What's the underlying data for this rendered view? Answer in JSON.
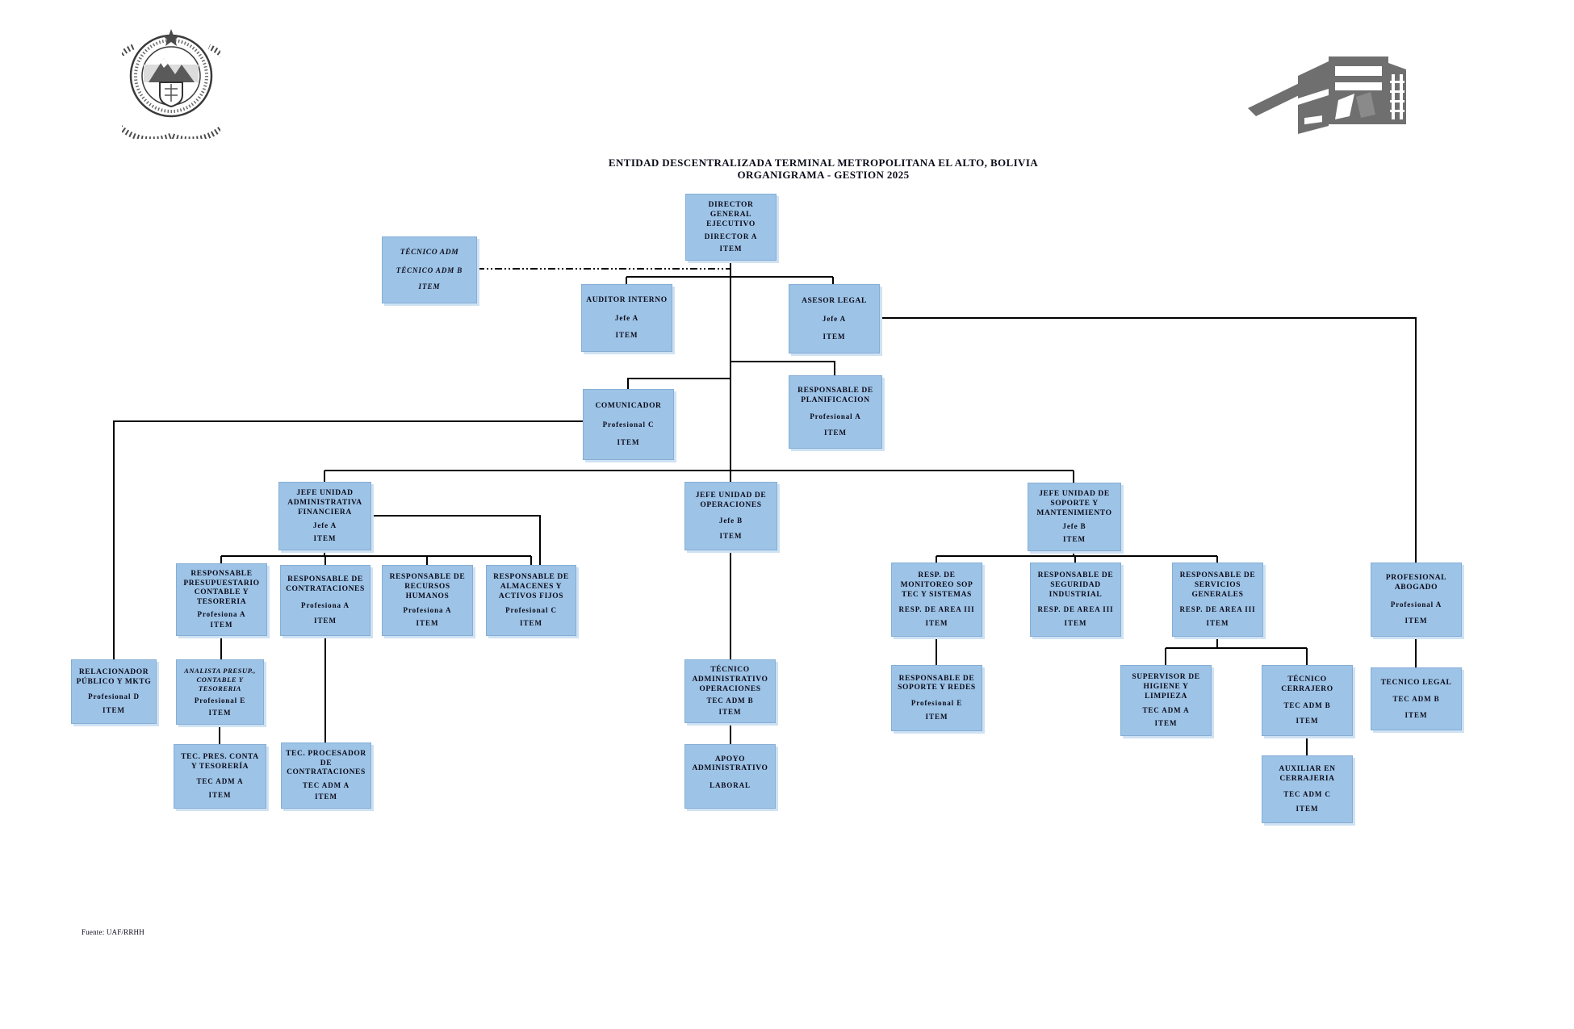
{
  "title": {
    "line1": "ENTIDAD DESCENTRALIZADA TERMINAL METROPOLITANA EL ALTO, BOLIVIA",
    "line2": "ORGANIGRAMA - GESTION 2025"
  },
  "footer": {
    "source": "Fuente: UAF/RRHH"
  },
  "colors": {
    "node_fill": "#9DC3E6",
    "node_border": "#85AED6",
    "connector_line": "#000000",
    "logo_gray": "#6f6f6f"
  },
  "icons": {
    "left_logo": "el-alto-coat-of-arms-seal",
    "right_logo": "terminal-building-logo"
  },
  "nodes": [
    {
      "title": "DIRECTOR GENERAL EJECUTIVO",
      "role": "DIRECTOR A",
      "item": "ITEM"
    },
    {
      "title": "TÉCNICO ADM",
      "role": "TÉCNICO ADM B",
      "item": "ITEM"
    },
    {
      "title": "AUDITOR INTERNO",
      "role": "Jefe A",
      "item": "ITEM"
    },
    {
      "title": "ASESOR LEGAL",
      "role": "Jefe A",
      "item": "ITEM"
    },
    {
      "title": "COMUNICADOR",
      "role": "Profesional C",
      "item": "ITEM"
    },
    {
      "title": "RESPONSABLE DE PLANIFICACION",
      "role": "Profesional A",
      "item": "ITEM"
    },
    {
      "title": "JEFE UNIDAD ADMINISTRATIVA FINANCIERA",
      "role": "Jefe A",
      "item": "ITEM"
    },
    {
      "title": "JEFE UNIDAD DE OPERACIONES",
      "role": "Jefe B",
      "item": "ITEM"
    },
    {
      "title": "JEFE UNIDAD DE SOPORTE Y MANTENIMIENTO",
      "role": "Jefe B",
      "item": "ITEM"
    },
    {
      "title": "RESPONSABLE PRESUPUESTARIO CONTABLE Y TESORERIA",
      "role": "Profesiona A",
      "item": "ITEM"
    },
    {
      "title": "RESPONSABLE DE CONTRATACIONES",
      "role": "Profesiona A",
      "item": "ITEM"
    },
    {
      "title": "RESPONSABLE DE RECURSOS HUMANOS",
      "role": "Profesiona A",
      "item": "ITEM"
    },
    {
      "title": "RESPONSABLE DE ALMACENES Y ACTIVOS FIJOS",
      "role": "Profesional C",
      "item": "ITEM"
    },
    {
      "title": "RESP. DE MONITOREO SOP TEC Y SISTEMAS",
      "role": "RESP. DE AREA III",
      "item": "ITEM"
    },
    {
      "title": "RESPONSABLE DE SEGURIDAD INDUSTRIAL",
      "role": "RESP. DE AREA III",
      "item": "ITEM"
    },
    {
      "title": "RESPONSABLE DE SERVICIOS GENERALES",
      "role": "RESP. DE AREA III",
      "item": "ITEM"
    },
    {
      "title": "PROFESIONAL ABOGADO",
      "role": "Profesional A",
      "item": "ITEM"
    },
    {
      "title": "RELACIONADOR PÚBLICO Y MKTG",
      "role": "Profesional D",
      "item": "ITEM"
    },
    {
      "title": "ANALISTA PRESUP., CONTABLE Y TESORERIA",
      "role": "Profesional E",
      "item": "ITEM"
    },
    {
      "title": "TÉCNICO ADMINISTRATIVO OPERACIONES",
      "role": "TEC ADM B",
      "item": "ITEM"
    },
    {
      "title": "RESPONSABLE DE SOPORTE Y REDES",
      "role": "Profesional E",
      "item": "ITEM"
    },
    {
      "title": "SUPERVISOR DE HIGIENE Y LIMPIEZA",
      "role": "TEC ADM A",
      "item": "ITEM"
    },
    {
      "title": "TÉCNICO CERRAJERO",
      "role": "TEC ADM B",
      "item": "ITEM"
    },
    {
      "title": "TECNICO LEGAL",
      "role": "TEC ADM B",
      "item": "ITEM"
    },
    {
      "title": "TEC. PRES. CONTA Y TESORERÍA",
      "role": "TEC ADM A",
      "item": "ITEM"
    },
    {
      "title": "TEC. PROCESADOR DE CONTRATACIONES",
      "role": "TEC ADM A",
      "item": "ITEM"
    },
    {
      "title": "APOYO ADMINISTRATIVO",
      "role": "LABORAL",
      "item": ""
    },
    {
      "title": "AUXILIAR EN CERRAJERIA",
      "role": "TEC ADM C",
      "item": "ITEM"
    }
  ]
}
